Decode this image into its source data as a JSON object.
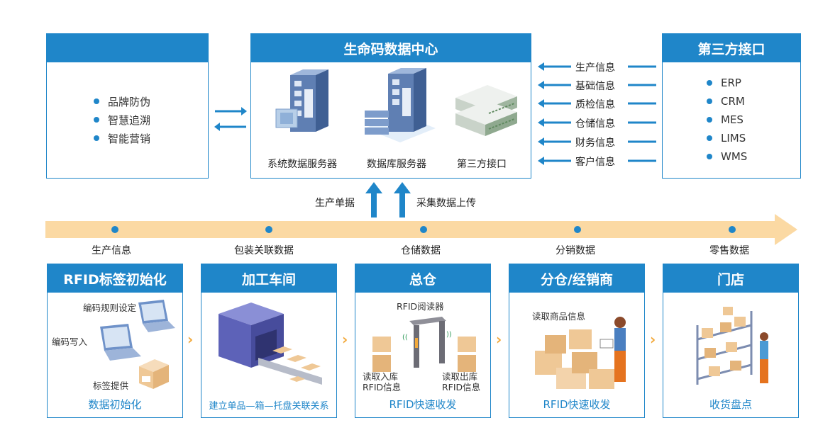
{
  "left_panel": {
    "items": [
      "品牌防伪",
      "智慧追溯",
      "智能营销"
    ]
  },
  "center_panel": {
    "title": "生命码数据中心",
    "servers": [
      "系统数据服务器",
      "数据库服务器",
      "第三方接口"
    ]
  },
  "right_panel": {
    "title": "第三方接口",
    "items": [
      "ERP",
      "CRM",
      "MES",
      "LIMS",
      "WMS"
    ]
  },
  "info_flows": [
    "生产信息",
    "基础信息",
    "质检信息",
    "仓储信息",
    "财务信息",
    "客户信息"
  ],
  "upload_labels": {
    "left": "生产单据",
    "right": "采集数据上传"
  },
  "timeline": [
    "生产信息",
    "包装关联数据",
    "仓储数据",
    "分销数据",
    "零售数据"
  ],
  "stages": [
    {
      "title": "RFID标签初始化",
      "caption": "数据初始化",
      "labels": {
        "rule": "编码规则设定",
        "write": "编码写入",
        "provide": "标签提供"
      }
    },
    {
      "title": "加工车间",
      "caption": "建立单品—箱—托盘关联关系"
    },
    {
      "title": "总仓",
      "caption": "RFID快速收发",
      "labels": {
        "reader": "RFID阅读器",
        "in_1": "读取入库",
        "in_2": "RFID信息",
        "out_1": "读取出库",
        "out_2": "RFID信息"
      }
    },
    {
      "title": "分仓/经销商",
      "caption": "RFID快速收发",
      "labels": {
        "read": "读取商品信息"
      }
    },
    {
      "title": "门店",
      "caption": "收货盘点"
    }
  ],
  "colors": {
    "accent": "#1f86c9",
    "flow_band": "#fbd9a3",
    "chevron": "#f2a93b"
  }
}
